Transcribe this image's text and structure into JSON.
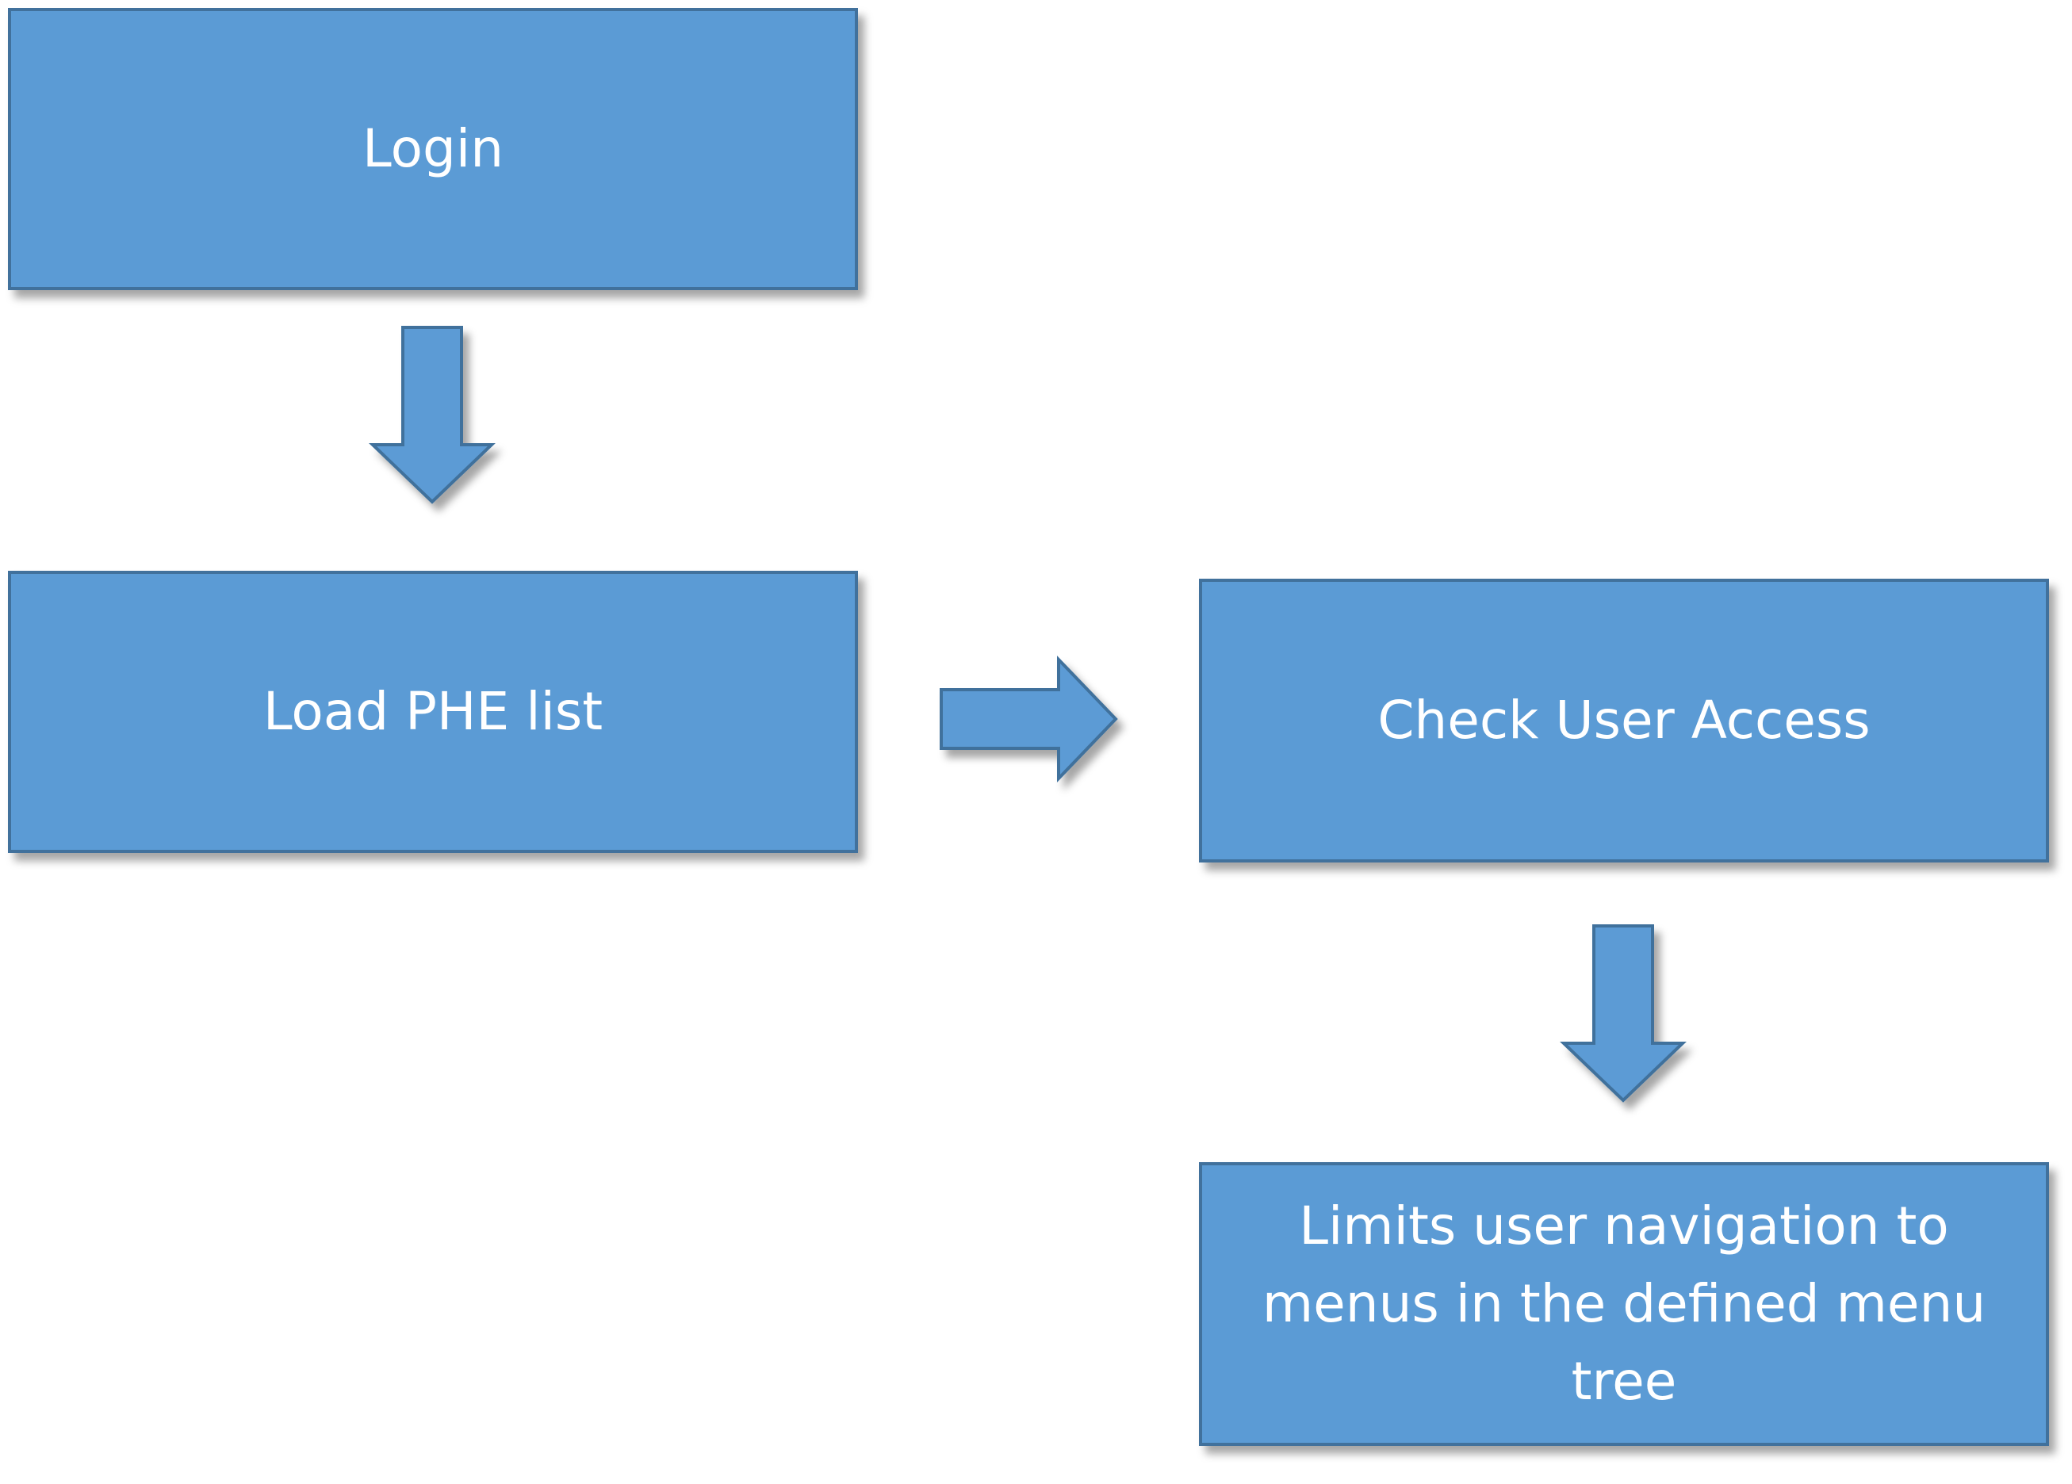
{
  "diagram": {
    "nodes": [
      {
        "id": "login",
        "label": "Login"
      },
      {
        "id": "load-phe-list",
        "label": "Load PHE list"
      },
      {
        "id": "check-user-access",
        "label": "Check User Access"
      },
      {
        "id": "limits-navigation",
        "label": "Limits user navigation to menus in the defined menu tree"
      }
    ],
    "edges": [
      {
        "from": "login",
        "to": "load-phe-list",
        "direction": "down"
      },
      {
        "from": "load-phe-list",
        "to": "check-user-access",
        "direction": "right"
      },
      {
        "from": "check-user-access",
        "to": "limits-navigation",
        "direction": "down"
      }
    ],
    "colors": {
      "box_fill": "#5b9bd5",
      "box_border": "#41719c",
      "text": "#ffffff"
    }
  }
}
